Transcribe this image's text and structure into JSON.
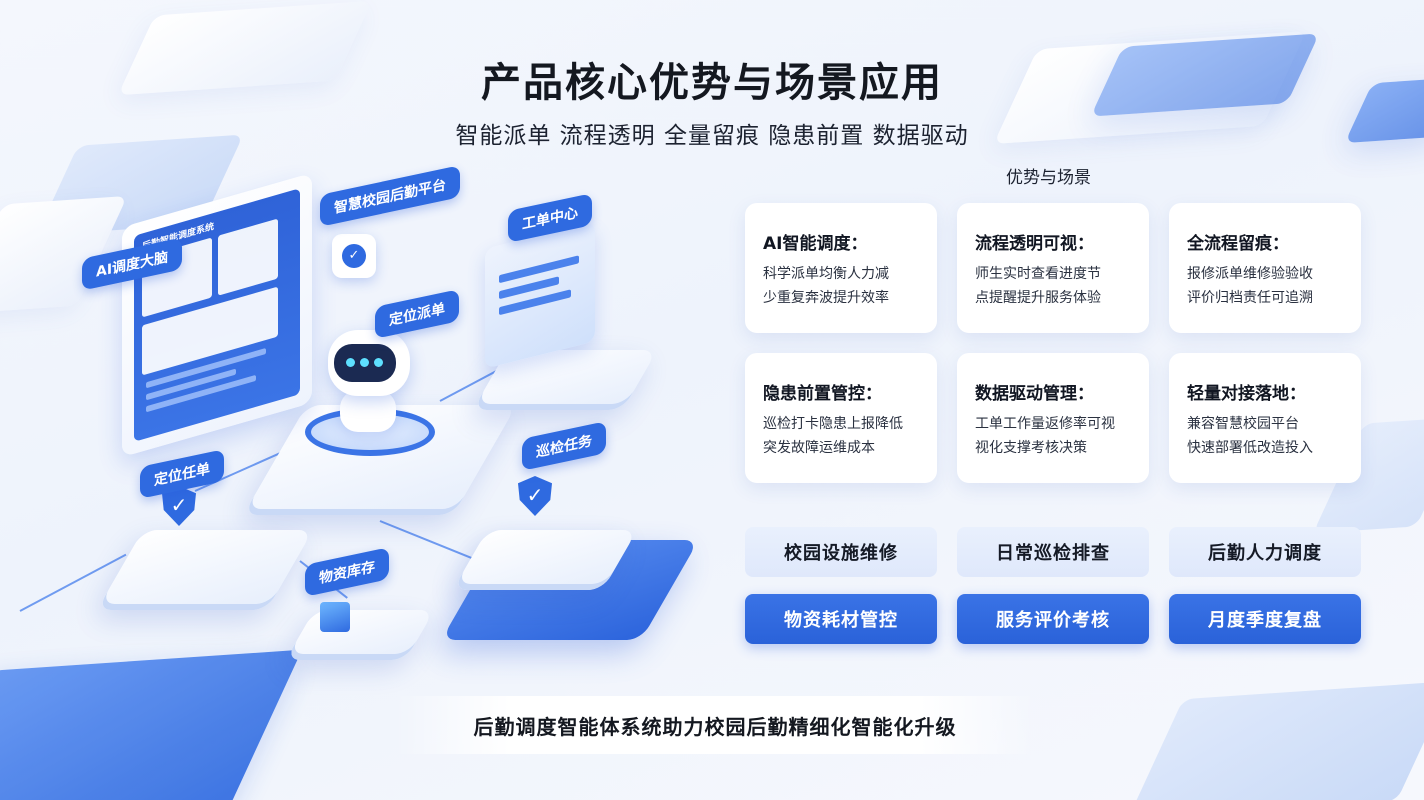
{
  "header": {
    "title": "产品核心优势与场景应用",
    "subtitle": "智能派单 流程透明 全量留痕 隐患前置 数据驱动"
  },
  "illustration": {
    "tags": {
      "ai_brain": "AI调度大脑",
      "platform": "智慧校园后勤平台",
      "work_order_center": "工单中心",
      "locate_dispatch": "定位派单",
      "locate_task": "定位任单",
      "patrol_task": "巡检任务",
      "inventory": "物资库存"
    },
    "screen_label": "后勤智能调度系统"
  },
  "advantages": {
    "section_title": "优势与场景",
    "cards": [
      {
        "title": "AI智能调度：",
        "line1": "科学派单均衡人力减",
        "line2": "少重复奔波提升效率"
      },
      {
        "title": "流程透明可视：",
        "line1": "师生实时查看进度节",
        "line2": "点提醒提升服务体验"
      },
      {
        "title": "全流程留痕：",
        "line1": "报修派单维修验验收",
        "line2": "评价归档责任可追溯"
      },
      {
        "title": "隐患前置管控：",
        "line1": "巡检打卡隐患上报降低",
        "line2": "突发故障运维成本"
      },
      {
        "title": "数据驱动管理：",
        "line1": "工单工作量返修率可视",
        "line2": "视化支撑考核决策"
      },
      {
        "title": "轻量对接落地：",
        "line1": "兼容智慧校园平台",
        "line2": "快速部署低改造投入"
      }
    ]
  },
  "scenarios": [
    {
      "label": "校园设施维修",
      "style": "light"
    },
    {
      "label": "日常巡检排查",
      "style": "light"
    },
    {
      "label": "后勤人力调度",
      "style": "light"
    },
    {
      "label": "物资耗材管控",
      "style": "dark"
    },
    {
      "label": "服务评价考核",
      "style": "dark"
    },
    {
      "label": "月度季度复盘",
      "style": "dark"
    }
  ],
  "footer": {
    "banner": "后勤调度智能体系统助力校园后勤精细化智能化升级"
  },
  "colors": {
    "accent": "#2f6ae0",
    "accent_light": "#e9f0fd",
    "text": "#141820"
  }
}
